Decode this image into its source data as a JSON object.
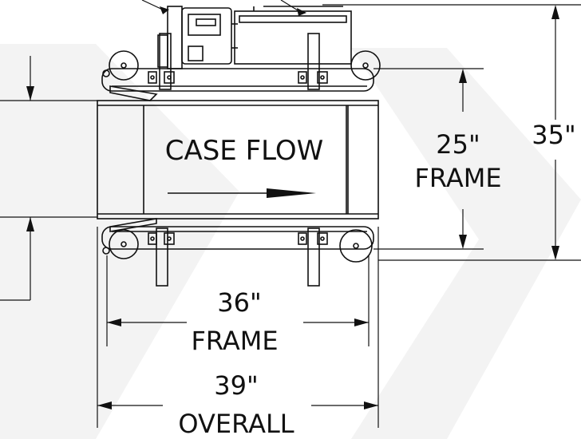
{
  "labels": {
    "case_flow": "CASE FLOW",
    "frame_height_value": "25\"",
    "frame_height_word": "FRAME",
    "overall_height_value": "35\"",
    "frame_width_value": "36\"",
    "frame_width_word": "FRAME",
    "overall_width_value": "39\"",
    "overall_width_word": "OVERALL"
  },
  "colors": {
    "line": "#111111",
    "watermark": "#f2f2f2",
    "background": "#ffffff"
  }
}
